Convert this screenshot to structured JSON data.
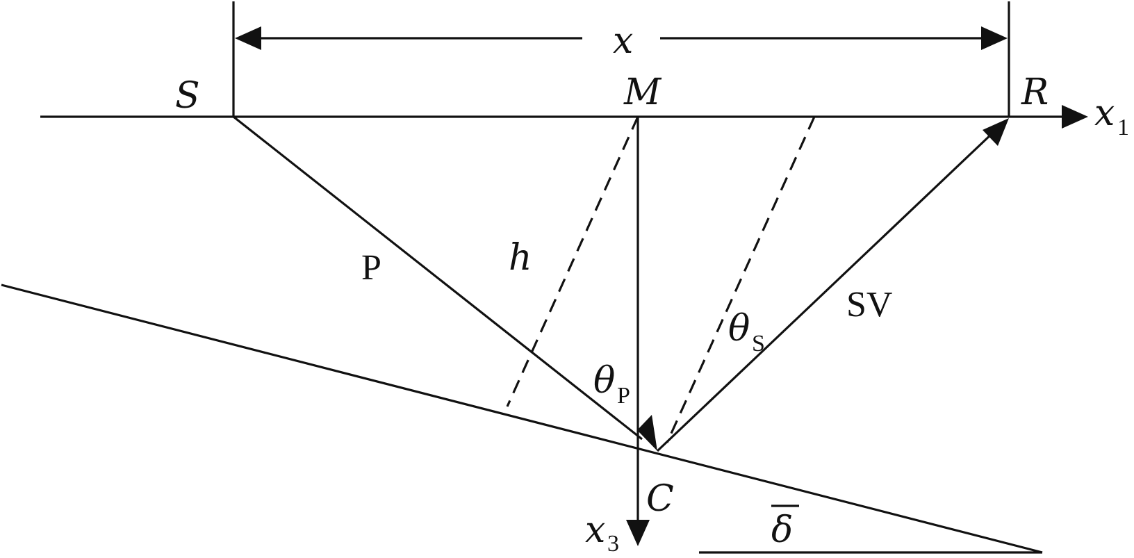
{
  "labels": {
    "offset": "x",
    "source": "S",
    "midpoint": "M",
    "receiver": "R",
    "axis1": "x",
    "axis1_sub": "1",
    "axis3": "x",
    "axis3_sub": "3",
    "conversion_point": "C",
    "p_wave": "P",
    "sv_wave": "SV",
    "depth": "h",
    "theta": "θ",
    "theta_p_sub": "P",
    "theta_s_sub": "S",
    "dip": "δ"
  },
  "colors": {
    "ink": "#111111",
    "background": "#ffffff"
  }
}
